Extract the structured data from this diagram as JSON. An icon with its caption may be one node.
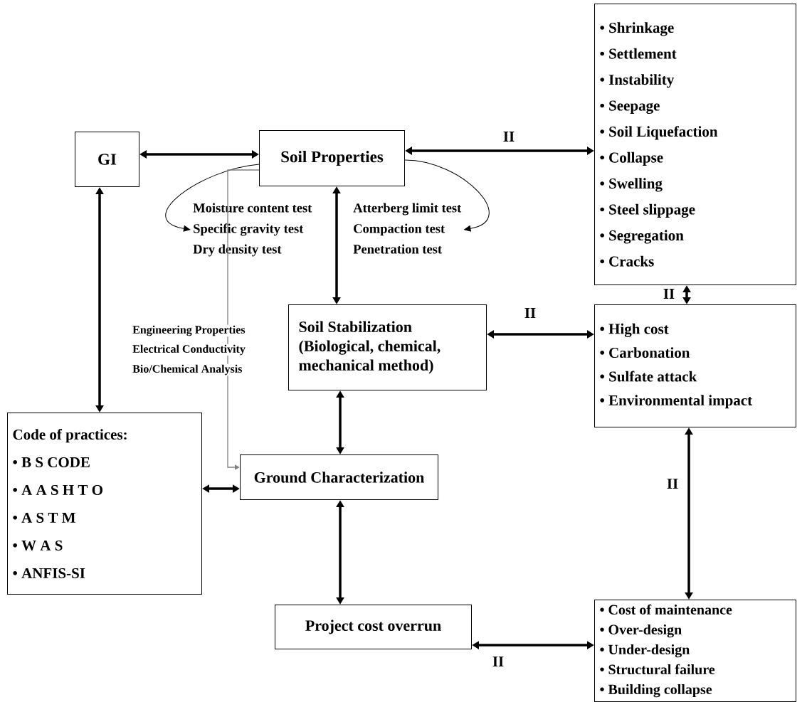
{
  "diagram": {
    "nodes": [
      {
        "text": [
          "• Shrinkage",
          "• Settlement",
          "• Instability",
          "• Seepage",
          "• Soil Liquefaction",
          "• Collapse",
          "• Swelling",
          "• Steel slippage",
          "• Segregation",
          "• Cracks"
        ]
      },
      {
        "text": [
          "GI"
        ]
      },
      {
        "text": [
          "Soil Properties"
        ]
      },
      {
        "text": [
          "Moisture content test",
          "Specific gravity test",
          "Dry density test"
        ]
      },
      {
        "text": [
          "Atterberg limit test",
          "Compaction test",
          "Penetration test"
        ]
      },
      {
        "text": [
          "Soil Stabilization",
          "(Biological, chemical, mechanical method)"
        ]
      },
      {
        "text": [
          "• High cost",
          "• Carbonation",
          "• Sulfate attack",
          "• Environmental impact"
        ]
      },
      {
        "text": [
          "Code of practices:",
          "• B S CODE",
          "• A A S H T O",
          "• A S T M",
          "• W A S",
          "• ANFIS-SI"
        ]
      },
      {
        "text": [
          "Ground Characterization"
        ]
      },
      {
        "text": [
          "Project cost overrun"
        ]
      },
      {
        "text": [
          "• Cost of maintenance",
          "• Over-design",
          "• Under-design",
          "• Structural failure",
          "• Building collapse"
        ]
      }
    ],
    "edges": [
      {
        "from": 1,
        "to": 2,
        "arrow": "both"
      },
      {
        "from": 2,
        "to": 0,
        "arrow": "both",
        "label": "II"
      },
      {
        "from": 2,
        "to": 3,
        "arrow": "to"
      },
      {
        "from": 2,
        "to": 4,
        "arrow": "to"
      },
      {
        "from": 2,
        "to": 5,
        "arrow": "both"
      },
      {
        "from": 2,
        "to": 8,
        "arrow": "to",
        "color": "#808080"
      },
      {
        "from": 1,
        "to": 7,
        "arrow": "both"
      },
      {
        "from": 0,
        "to": 6,
        "arrow": "both",
        "label": "II"
      },
      {
        "from": 5,
        "to": 6,
        "arrow": "both",
        "label": "II"
      },
      {
        "from": 5,
        "to": 8,
        "arrow": "both"
      },
      {
        "from": 7,
        "to": 8,
        "arrow": "both"
      },
      {
        "from": 8,
        "to": 9,
        "arrow": "both"
      },
      {
        "from": 6,
        "to": 10,
        "arrow": "both",
        "label": "II"
      },
      {
        "from": 9,
        "to": 10,
        "arrow": "both",
        "label": "II"
      }
    ],
    "labels": [
      "Engineering Properties",
      "Electrical Conductivity",
      "Bio/Chemical Analysis"
    ]
  }
}
